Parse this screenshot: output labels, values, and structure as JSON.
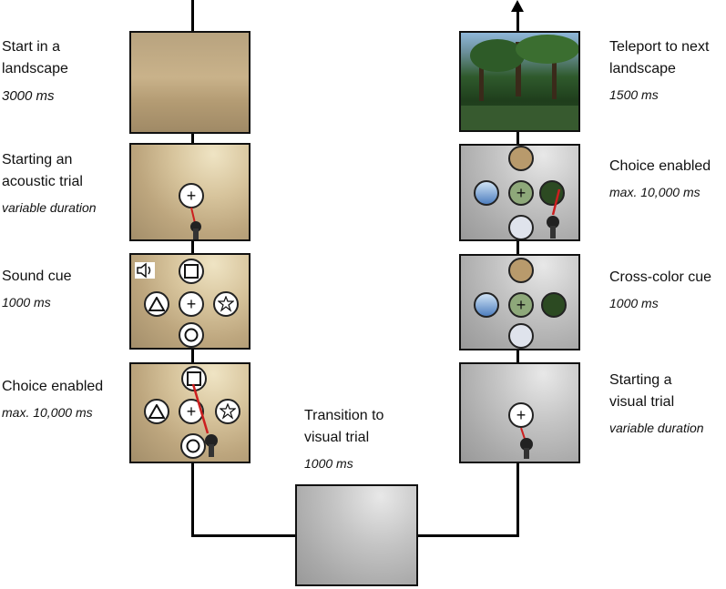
{
  "left_column": [
    {
      "title": "Start in a\nlandscape",
      "duration": "3000 ms"
    },
    {
      "title": "Starting an\nacoustic trial",
      "duration": "variable duration"
    },
    {
      "title": "Sound cue",
      "duration": "1000 ms"
    },
    {
      "title": "Choice enabled",
      "duration": "max. 10,000 ms"
    }
  ],
  "bottom": {
    "title": "Transition to\nvisual trial",
    "duration": "1000 ms"
  },
  "right_column": [
    {
      "title": "Teleport to next\nlandscape",
      "duration": "1500 ms"
    },
    {
      "title": "Choice enabled",
      "duration": "max. 10,000 ms"
    },
    {
      "title": "Cross-color cue",
      "duration": "1000 ms"
    },
    {
      "title": "Starting a\nvisual trial",
      "duration": "variable duration"
    }
  ],
  "colors": {
    "connector": "#000000",
    "pointer": "#cc1f1f"
  }
}
